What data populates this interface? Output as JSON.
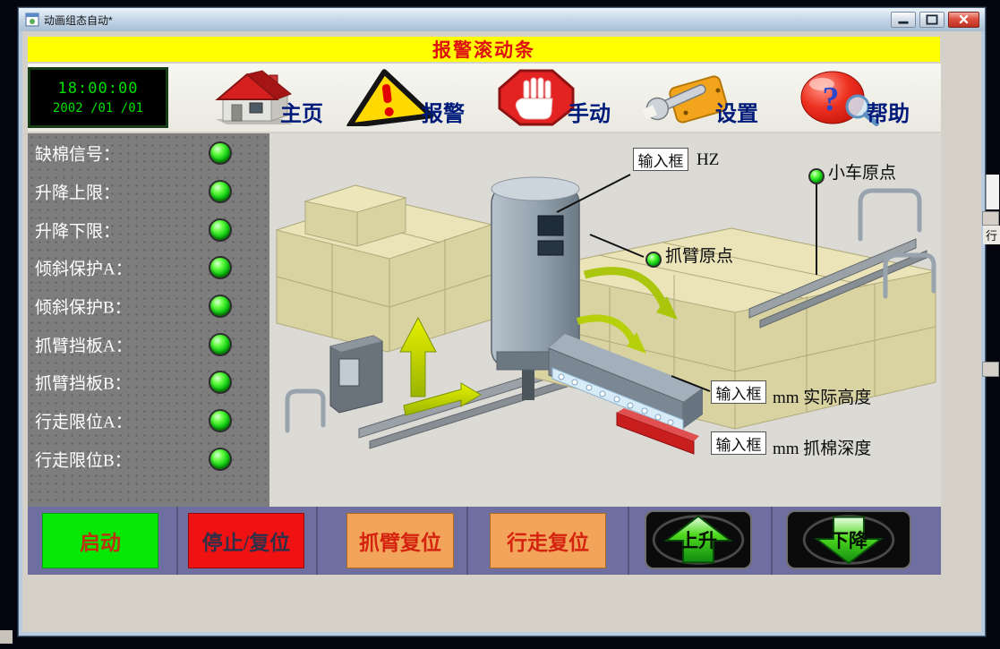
{
  "window": {
    "title": "动画组态自动*"
  },
  "banner": {
    "text": "报警滚动条"
  },
  "clock": {
    "time": "18:00:00",
    "date": "2002 /01 /01"
  },
  "toolbar": {
    "items": [
      {
        "id": "home",
        "label": "主页",
        "icon": "home-icon"
      },
      {
        "id": "alarm",
        "label": "报警",
        "icon": "warning-icon"
      },
      {
        "id": "manual",
        "label": "手动",
        "icon": "stop-hand-icon"
      },
      {
        "id": "settings",
        "label": "设置",
        "icon": "wrench-icon"
      },
      {
        "id": "help",
        "label": "帮助",
        "icon": "help-icon"
      }
    ]
  },
  "status_panel": {
    "items": [
      {
        "label": "缺棉信号：",
        "state": "on"
      },
      {
        "label": "升降上限：",
        "state": "on"
      },
      {
        "label": "升降下限：",
        "state": "on"
      },
      {
        "label": "倾斜保护A：",
        "state": "on"
      },
      {
        "label": "倾斜保护B：",
        "state": "on"
      },
      {
        "label": "抓臂挡板A：",
        "state": "on"
      },
      {
        "label": "抓臂挡板B：",
        "state": "on"
      },
      {
        "label": "行走限位A：",
        "state": "on"
      },
      {
        "label": "行走限位B：",
        "state": "on"
      }
    ]
  },
  "diagram": {
    "annotations": {
      "frequency": {
        "box": "输入框",
        "unit": "HZ"
      },
      "cart_origin": {
        "label": "小车原点",
        "state": "on"
      },
      "arm_origin": {
        "label": "抓臂原点",
        "state": "on"
      },
      "actual_height": {
        "box": "输入框",
        "unit": "mm 实际高度"
      },
      "grab_depth": {
        "box": "输入框",
        "unit": "mm 抓棉深度"
      }
    }
  },
  "controls": {
    "buttons": [
      {
        "id": "start",
        "label": "启动"
      },
      {
        "id": "stop_reset",
        "label": "停止/复位"
      },
      {
        "id": "arm_reset",
        "label": "抓臂复位"
      },
      {
        "id": "travel_reset",
        "label": "行走复位"
      },
      {
        "id": "up",
        "label": "上升"
      },
      {
        "id": "down",
        "label": "下降"
      }
    ]
  },
  "fragments": {
    "right_text": "行"
  },
  "colors": {
    "banner_bg": "#ffff00",
    "banner_text": "#dd1111",
    "led_green": "#16cf16",
    "start_green": "#06e806",
    "stop_red": "#f01212",
    "reset_orange": "#f2a45a",
    "bar_bg": "#6e6ea0",
    "clock_text": "#00e000",
    "sidebar_gray": "#7d7d7d"
  }
}
